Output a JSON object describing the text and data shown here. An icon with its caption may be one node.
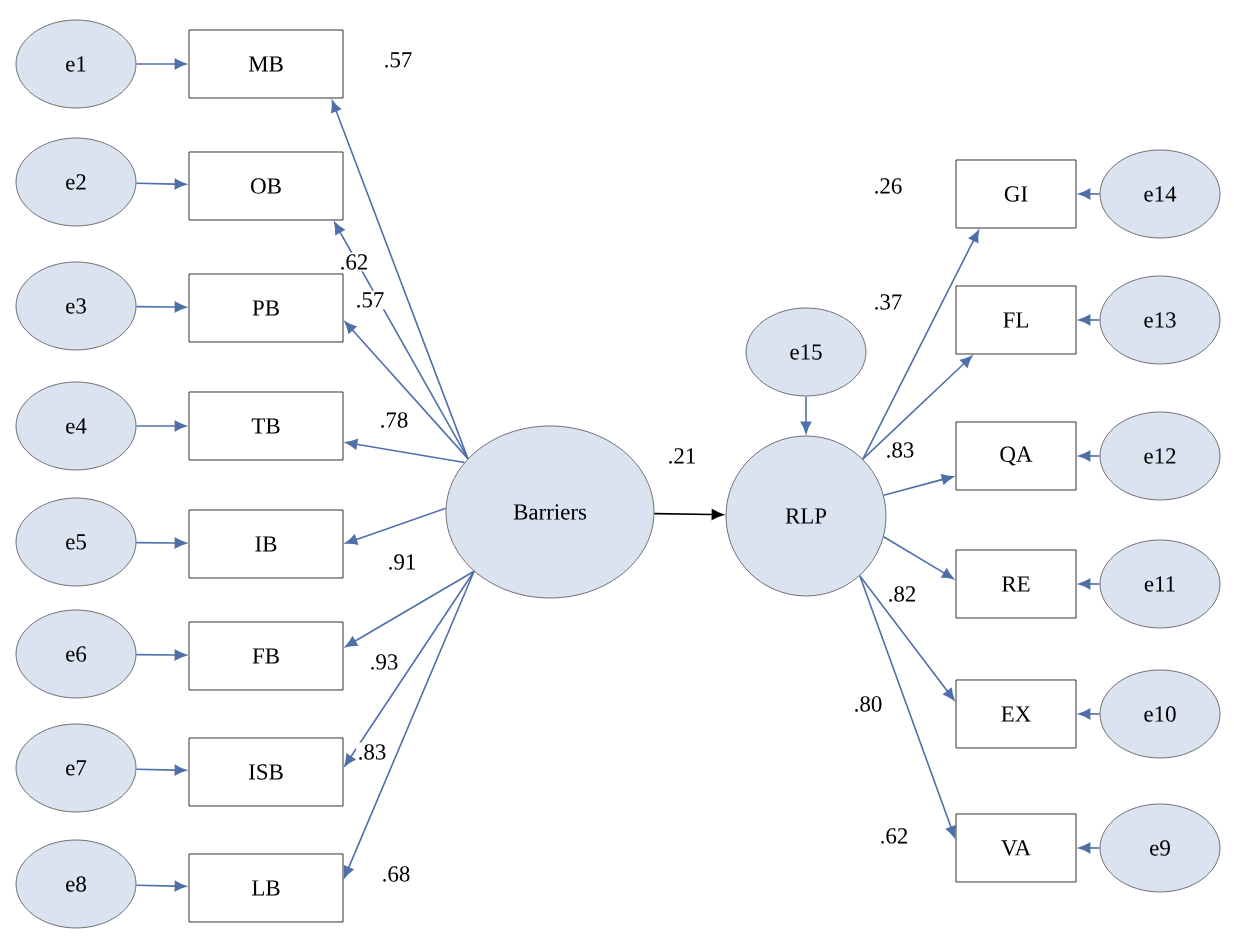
{
  "diagram": {
    "nodes": [
      {
        "text": [
          "e1"
        ]
      },
      {
        "text": [
          "e2"
        ]
      },
      {
        "text": [
          "e3"
        ]
      },
      {
        "text": [
          "e4"
        ]
      },
      {
        "text": [
          "e5"
        ]
      },
      {
        "text": [
          "e6"
        ]
      },
      {
        "text": [
          "e7"
        ]
      },
      {
        "text": [
          "e8"
        ]
      },
      {
        "text": [
          "MB"
        ]
      },
      {
        "text": [
          "OB"
        ]
      },
      {
        "text": [
          "PB"
        ]
      },
      {
        "text": [
          "TB"
        ]
      },
      {
        "text": [
          "IB"
        ]
      },
      {
        "text": [
          "FB"
        ]
      },
      {
        "text": [
          "ISB"
        ]
      },
      {
        "text": [
          "LB"
        ]
      },
      {
        "text": [
          "Barriers"
        ]
      },
      {
        "text": [
          "e15"
        ]
      },
      {
        "text": [
          "RLP"
        ]
      },
      {
        "text": [
          "GI"
        ]
      },
      {
        "text": [
          "FL"
        ]
      },
      {
        "text": [
          "QA"
        ]
      },
      {
        "text": [
          "RE"
        ]
      },
      {
        "text": [
          "EX"
        ]
      },
      {
        "text": [
          "VA"
        ]
      },
      {
        "text": [
          "e14"
        ]
      },
      {
        "text": [
          "e13"
        ]
      },
      {
        "text": [
          "e12"
        ]
      },
      {
        "text": [
          "e11"
        ]
      },
      {
        "text": [
          "e10"
        ]
      },
      {
        "text": [
          "e9"
        ]
      }
    ],
    "edges": [
      {
        "from": 0,
        "to": 8,
        "arrow": "to"
      },
      {
        "from": 1,
        "to": 9,
        "arrow": "to"
      },
      {
        "from": 2,
        "to": 10,
        "arrow": "to"
      },
      {
        "from": 3,
        "to": 11,
        "arrow": "to"
      },
      {
        "from": 4,
        "to": 12,
        "arrow": "to"
      },
      {
        "from": 5,
        "to": 13,
        "arrow": "to"
      },
      {
        "from": 6,
        "to": 14,
        "arrow": "to"
      },
      {
        "from": 7,
        "to": 15,
        "arrow": "to"
      },
      {
        "from": 16,
        "to": 8,
        "arrow": "to",
        "label": ".57"
      },
      {
        "from": 16,
        "to": 9,
        "arrow": "to",
        "label": ".62"
      },
      {
        "from": 16,
        "to": 10,
        "arrow": "to",
        "label": ".57"
      },
      {
        "from": 16,
        "to": 11,
        "arrow": "to",
        "label": ".78"
      },
      {
        "from": 16,
        "to": 12,
        "arrow": "to",
        "label": ".91"
      },
      {
        "from": 16,
        "to": 13,
        "arrow": "to",
        "label": ".93"
      },
      {
        "from": 16,
        "to": 14,
        "arrow": "to",
        "label": ".83"
      },
      {
        "from": 16,
        "to": 15,
        "arrow": "to",
        "label": ".68"
      },
      {
        "from": 16,
        "to": 18,
        "arrow": "to",
        "label": ".21",
        "color": "#000000"
      },
      {
        "from": 17,
        "to": 18,
        "arrow": "to"
      },
      {
        "from": 18,
        "to": 19,
        "arrow": "to",
        "label": ".26"
      },
      {
        "from": 18,
        "to": 20,
        "arrow": "to",
        "label": ".37"
      },
      {
        "from": 18,
        "to": 21,
        "arrow": "to",
        "label": ".83"
      },
      {
        "from": 18,
        "to": 22,
        "arrow": "to",
        "label": ".82"
      },
      {
        "from": 18,
        "to": 23,
        "arrow": "to",
        "label": ".80"
      },
      {
        "from": 18,
        "to": 24,
        "arrow": "to",
        "label": ".62"
      },
      {
        "from": 25,
        "to": 19,
        "arrow": "to"
      },
      {
        "from": 26,
        "to": 20,
        "arrow": "to"
      },
      {
        "from": 27,
        "to": 21,
        "arrow": "to"
      },
      {
        "from": 28,
        "to": 22,
        "arrow": "to"
      },
      {
        "from": 29,
        "to": 23,
        "arrow": "to"
      },
      {
        "from": 30,
        "to": 24,
        "arrow": "to"
      }
    ]
  }
}
